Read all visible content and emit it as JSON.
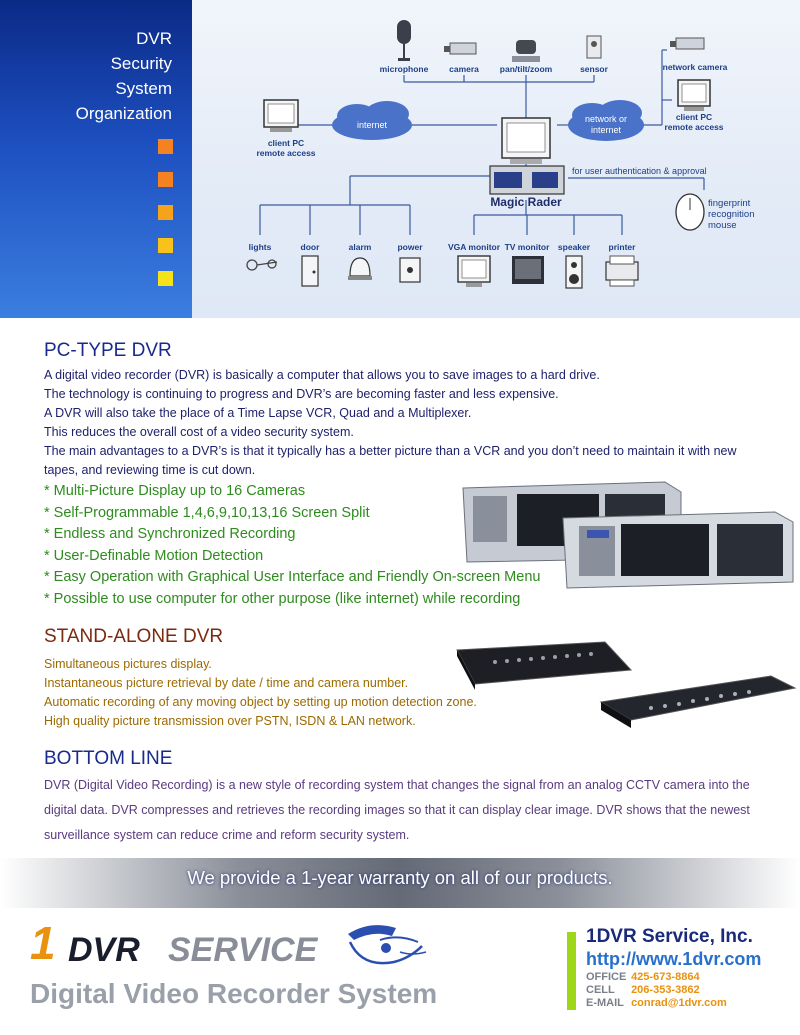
{
  "banner": {
    "title_lines": [
      "DVR",
      "Security",
      "System",
      "Organization"
    ],
    "square_colors": [
      "#f58220",
      "#f58220",
      "#f7a21b",
      "#f7c21b",
      "#f5e21b"
    ]
  },
  "diagram": {
    "devices_top": [
      "microphone",
      "camera",
      "pan/tilt/zoom",
      "sensor"
    ],
    "network_camera": "network camera",
    "client_right": [
      "client PC",
      "remote access"
    ],
    "client_left": [
      "client PC",
      "remote access"
    ],
    "cloud_left": "internet",
    "cloud_right": [
      "network or",
      "internet"
    ],
    "hub": "Magic Rader",
    "auth_note": "for user authentication & approval",
    "fingerprint": [
      "fingerprint",
      "recognition",
      "mouse"
    ],
    "outputs_left": [
      "lights",
      "door",
      "alarm",
      "power"
    ],
    "outputs_right": [
      "VGA monitor",
      "TV monitor",
      "speaker",
      "printer"
    ]
  },
  "pc_dvr": {
    "heading": "PC-TYPE DVR",
    "paragraphs": [
      "A digital video recorder (DVR) is basically a computer that allows you to save images to a hard drive.",
      "The technology is continuing to progress and DVR’s are becoming faster and less expensive.",
      "A DVR will also take the place of a Time Lapse VCR, Quad and a Multiplexer.",
      "This reduces the overall cost of a video security system.",
      "The main advantages to a DVR’s is that it typically has a better picture than a VCR and you don’t need to maintain it with new tapes, and reviewing time is cut down."
    ],
    "features": [
      "* Multi-Picture Display up to 16 Cameras",
      "* Self-Programmable 1,4,6,9,10,13,16 Screen Split",
      "* Endless and Synchronized Recording",
      "* User-Definable Motion Detection",
      "* Easy Operation with Graphical User Interface and Friendly On-screen Menu",
      "* Possible to use computer for other purpose (like internet) while recording"
    ]
  },
  "standalone_dvr": {
    "heading": "STAND-ALONE DVR",
    "lines": [
      "Simultaneous pictures display.",
      "Instantaneous picture retrieval by date / time and camera number.",
      "Automatic recording of any moving object by setting up motion detection zone.",
      "High quality picture transmission over PSTN, ISDN & LAN network."
    ]
  },
  "bottom_line": {
    "heading": "BOTTOM LINE",
    "text": "DVR (Digital Video Recording) is a new style of recording system that changes the signal from an analog CCTV camera into the digital data. DVR compresses and retrieves the recording images so that it can display clear image. DVR shows that the newest surveillance system can reduce crime and reform security system."
  },
  "footer": {
    "warranty": "We provide a 1-year warranty on all of our products.",
    "logo_one": "1",
    "logo_dvr": "DVR",
    "logo_service": "SERVICE",
    "logo_sub": "Digital Video Recorder System",
    "company": "1DVR Service, Inc.",
    "url": "http://www.1dvr.com",
    "contacts": [
      {
        "key": "OFFICE",
        "value": "425-673-8864"
      },
      {
        "key": "CELL",
        "value": "206-353-3862"
      },
      {
        "key": "E-MAIL",
        "value": "conrad@1dvr.com"
      }
    ]
  }
}
